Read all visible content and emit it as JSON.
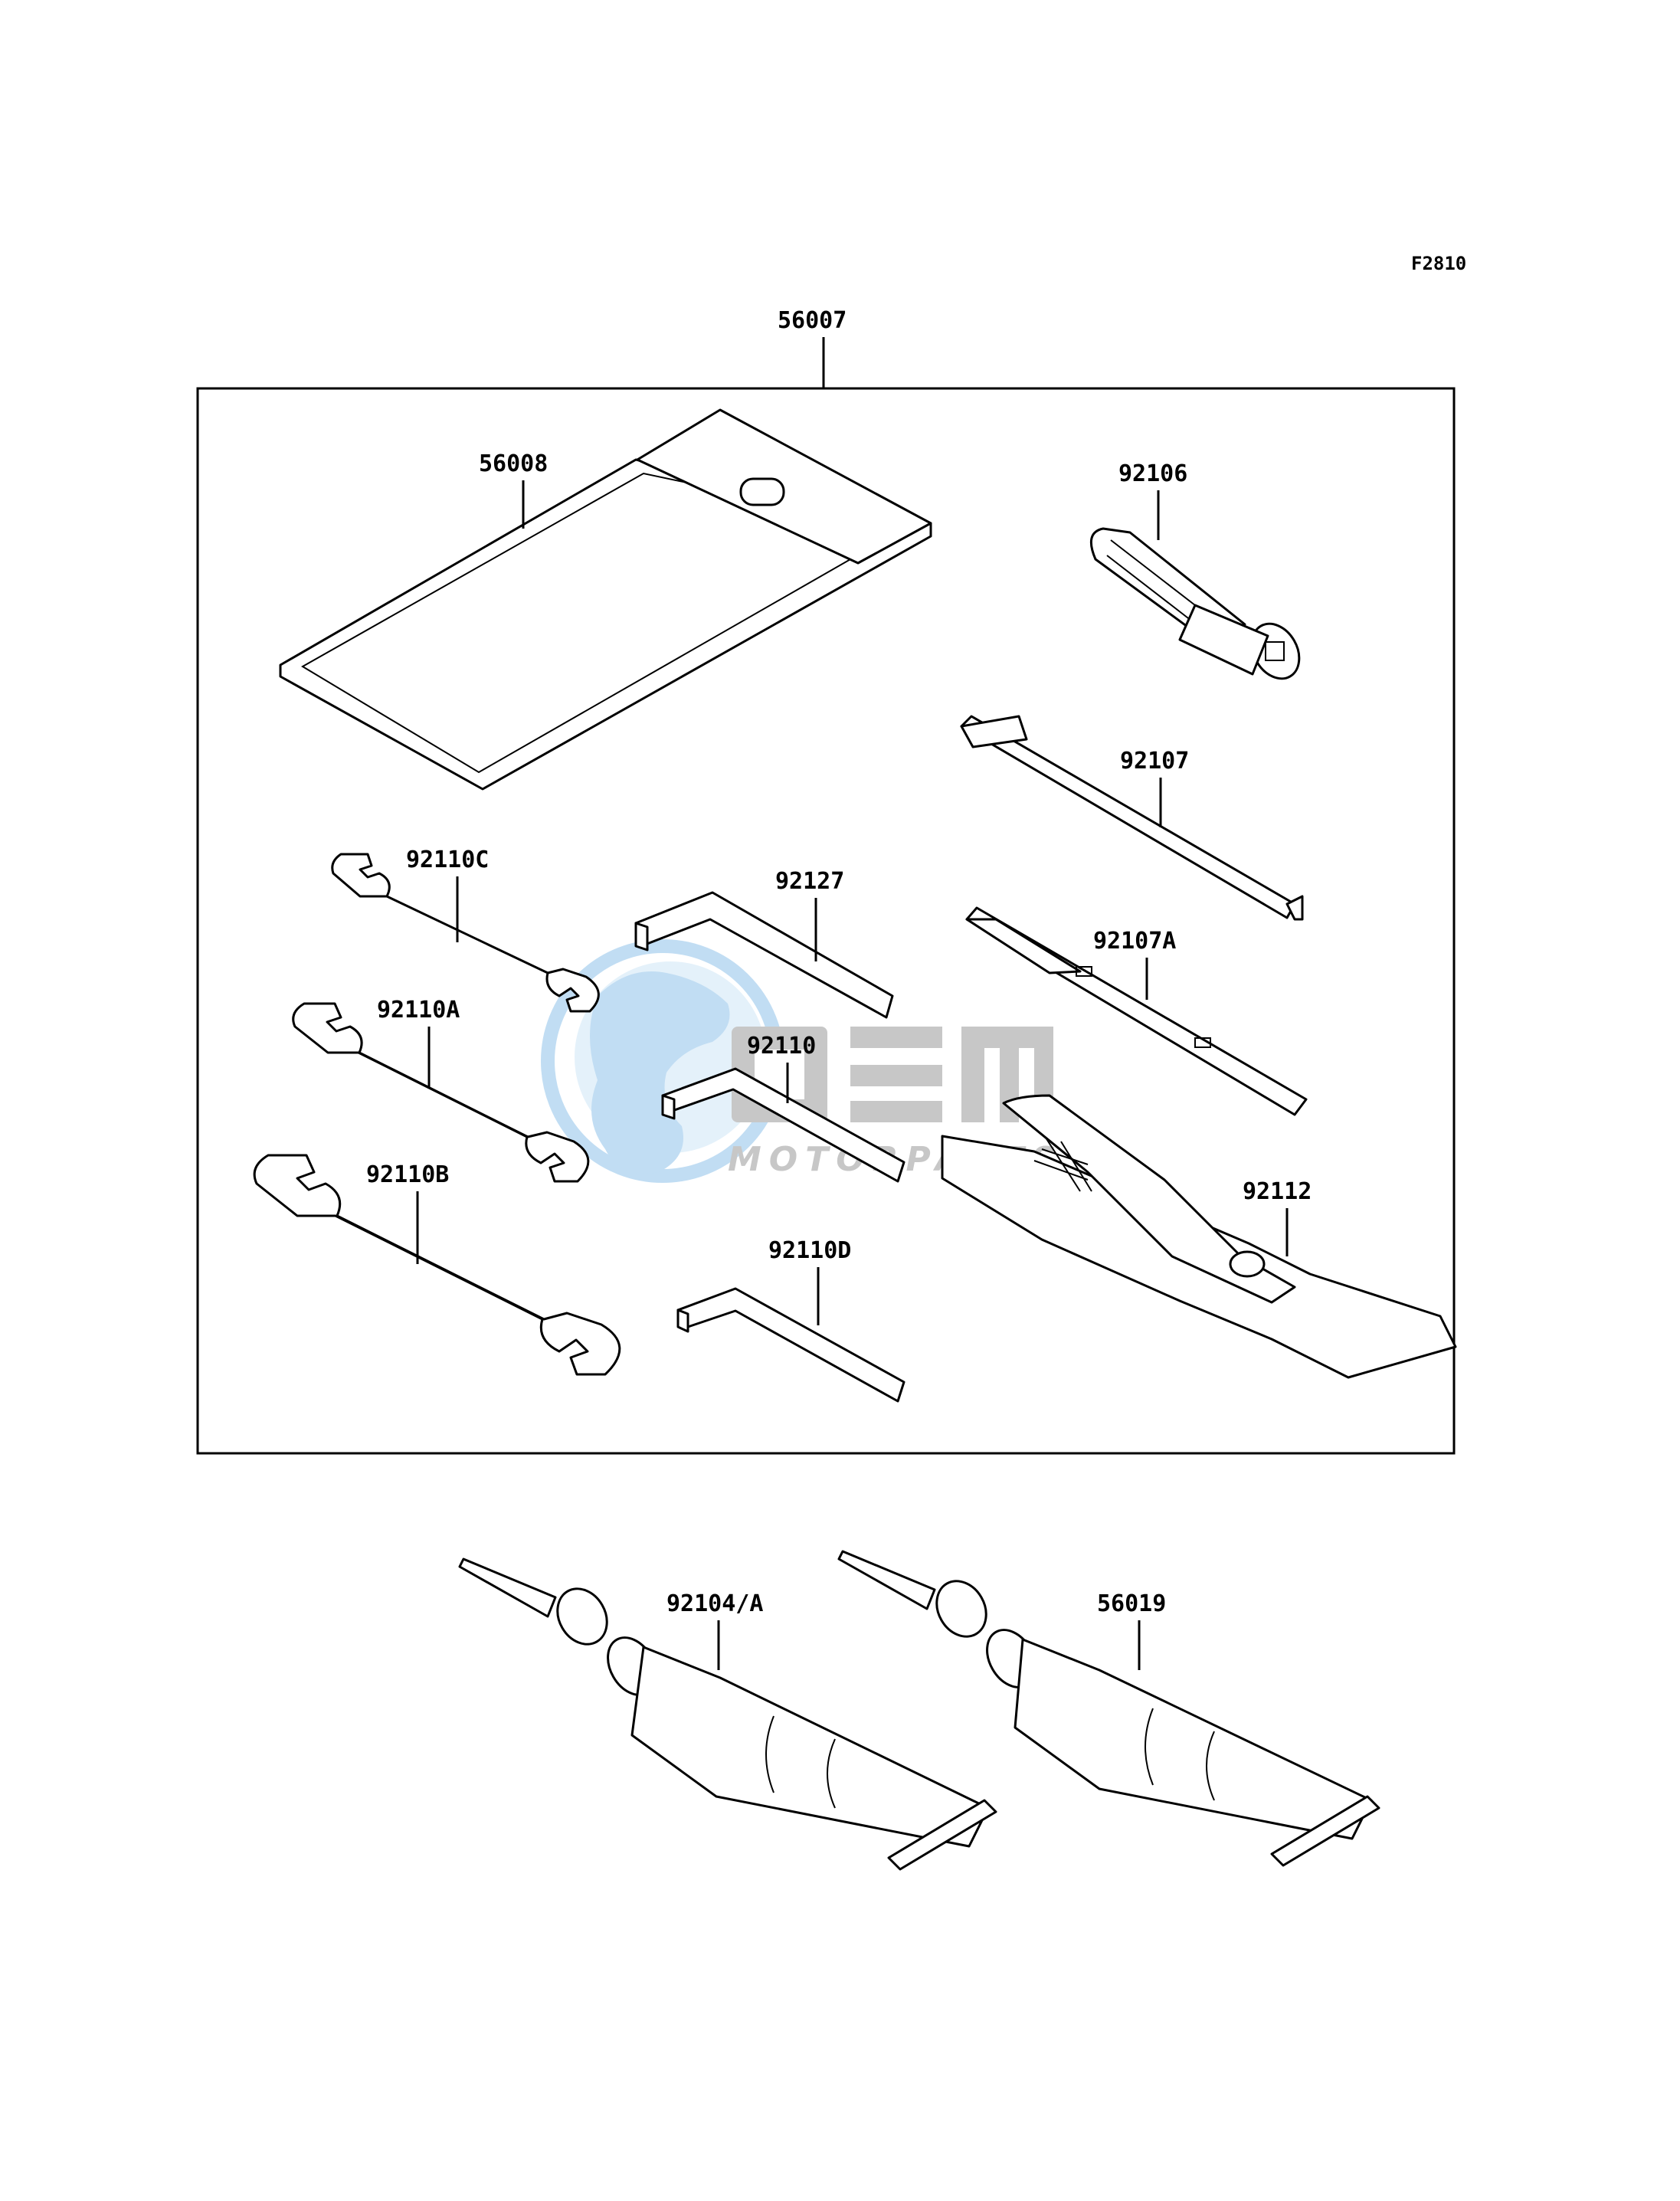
{
  "diagram": {
    "drawing_code": "F2810",
    "group_label": "56007",
    "parts": {
      "case": "56008",
      "handle": "92106",
      "driver": "92107",
      "driver_a": "92107A",
      "hex_key_92127": "92127",
      "hex_key_92110": "92110",
      "hex_key_92110d": "92110D",
      "pliers": "92112",
      "wrench_c": "92110C",
      "wrench_a": "92110A",
      "wrench_b": "92110B",
      "tube_1": "92104/A",
      "tube_2": "56019"
    }
  },
  "watermark": {
    "brand": "OEM",
    "subtitle": "MOTORPARTS",
    "color": "#8fc3ea",
    "text_color": "#9a9a9a"
  },
  "icons": [
    "tool-case-icon",
    "handle-icon",
    "screwdriver-icon",
    "hex-key-icon",
    "pliers-icon",
    "wrench-icon",
    "tube-icon",
    "nozzle-icon",
    "globe-icon"
  ]
}
